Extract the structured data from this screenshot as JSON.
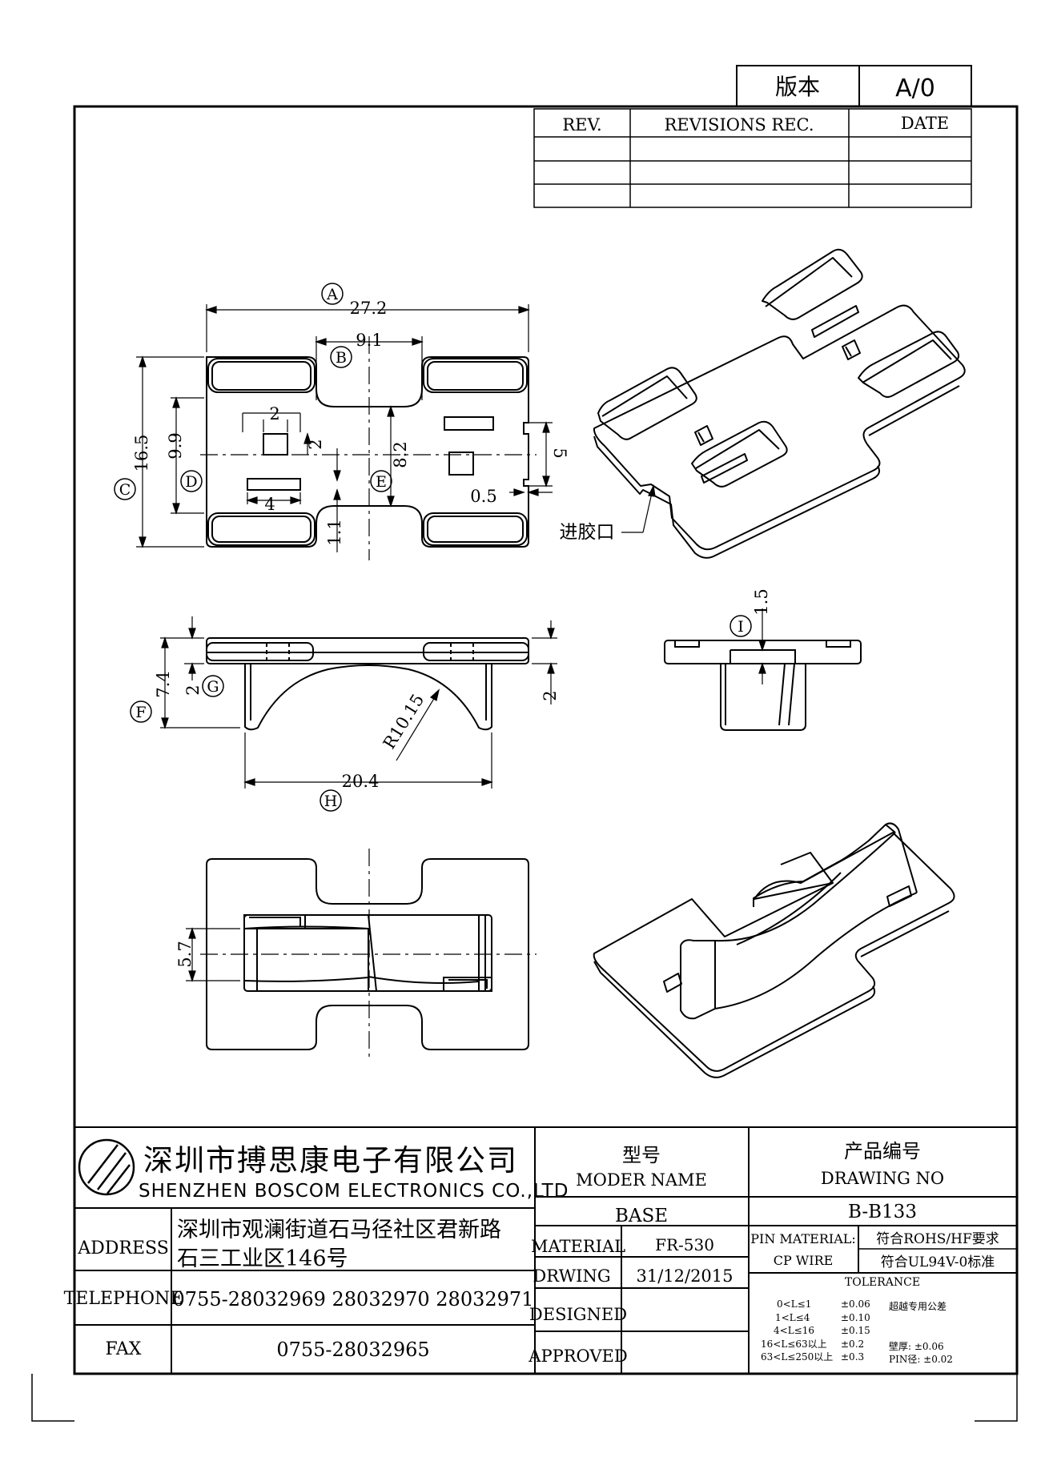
{
  "version_box": {
    "label": "版本",
    "value": "A/0"
  },
  "revisions": {
    "headers": [
      "REV.",
      "REVISIONS REC.",
      "DATE"
    ],
    "rows": 3
  },
  "callouts": [
    "A",
    "B",
    "C",
    "D",
    "E",
    "F",
    "G",
    "H",
    "I"
  ],
  "dimensions": {
    "A": "27.2",
    "B": "9.1",
    "C": "16.5",
    "D": "9.9",
    "E": "8.2",
    "w2": "2",
    "h2": "2",
    "w4": "4",
    "h5": "5",
    "t05": "0.5",
    "h11": "1.1",
    "F": "7.4",
    "G": "2",
    "H": "20.4",
    "radius": "R10.15",
    "side2": "2",
    "I": "1.5",
    "bottom": "5.7"
  },
  "gate_label": "进胶口",
  "company": {
    "name_cn": "深圳市搏思康电子有限公司",
    "name_en": "SHENZHEN BOSCOM ELECTRONICS CO.,LTD"
  },
  "info": {
    "address_label": "ADDRESS",
    "address_line1": "深圳市观澜街道石马径社区君新路",
    "address_line2": "石三工业区146号",
    "telephone_label": "TELEPHONE",
    "telephone": "0755-28032969 28032970 28032971",
    "fax_label": "FAX",
    "fax": "0755-28032965"
  },
  "model": {
    "label_cn": "型号",
    "label_en": "MODER NAME",
    "value": "BASE"
  },
  "drawing": {
    "label_cn": "产品编号",
    "label_en": "DRAWING NO",
    "value": "B-B133"
  },
  "material": {
    "label": "MATERIAL",
    "value": "FR-530"
  },
  "drwing": {
    "label": "DRWING",
    "value": "31/12/2015"
  },
  "designed": {
    "label": "DESIGNED",
    "value": ""
  },
  "approved": {
    "label": "APPROVED",
    "value": ""
  },
  "pin": {
    "material_label": "PIN MATERIAL:",
    "wire": "CP WIRE",
    "rohs": "符合ROHS/HF要求",
    "ul": "符合UL94V-0标准"
  },
  "tolerance": {
    "title": "TOLERANCE",
    "rows": [
      {
        "range": "0<L≤1",
        "value": "±0.06"
      },
      {
        "range": "1<L≤4",
        "value": "±0.10"
      },
      {
        "range": "4<L≤16",
        "value": "±0.15"
      },
      {
        "range": "16<L≤63以上",
        "value": "±0.2"
      },
      {
        "range": "63<L≤250以上",
        "value": "±0.3"
      }
    ],
    "special_title": "超越专用公差",
    "wall": "壁厚: ±0.06",
    "pin": "PIN径: ±0.02"
  }
}
